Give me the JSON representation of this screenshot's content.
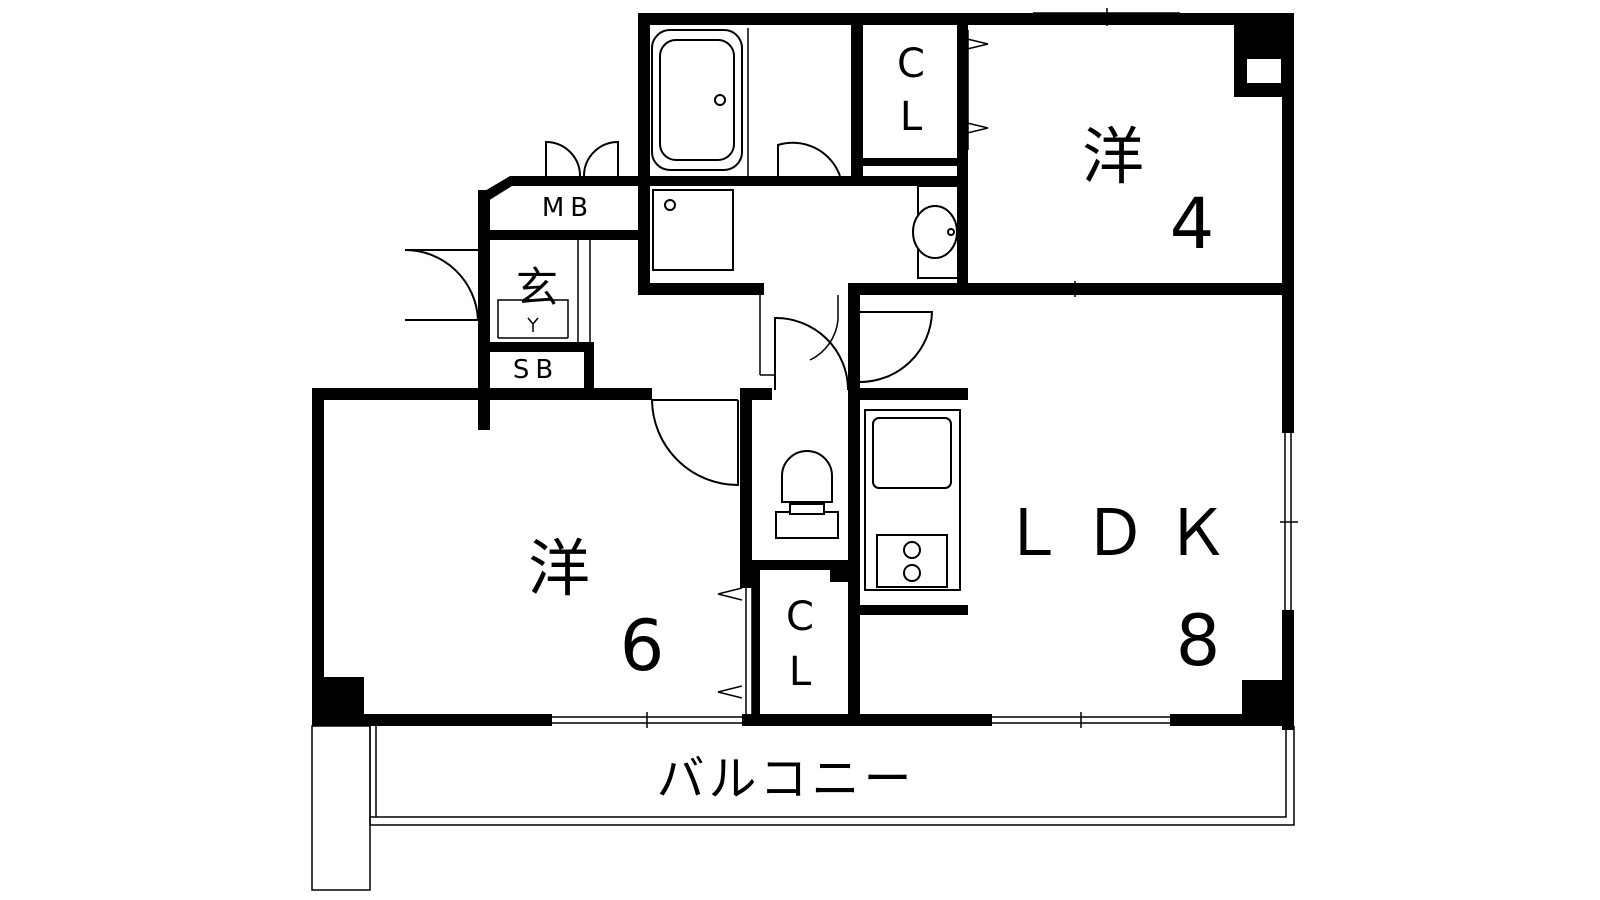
{
  "plan": {
    "rooms": {
      "western_a": {
        "label": "洋",
        "size": "4"
      },
      "western_b": {
        "label": "洋",
        "size": "6"
      },
      "ldk": {
        "label": "ＬＤＫ",
        "size": "8"
      }
    },
    "closets": {
      "upper": {
        "c": "C",
        "l": "L"
      },
      "lower": {
        "c": "C",
        "l": "L"
      }
    },
    "meter_box": "MB",
    "entrance": "玄",
    "shoe_box": "SB",
    "balcony": "バルコニー"
  }
}
